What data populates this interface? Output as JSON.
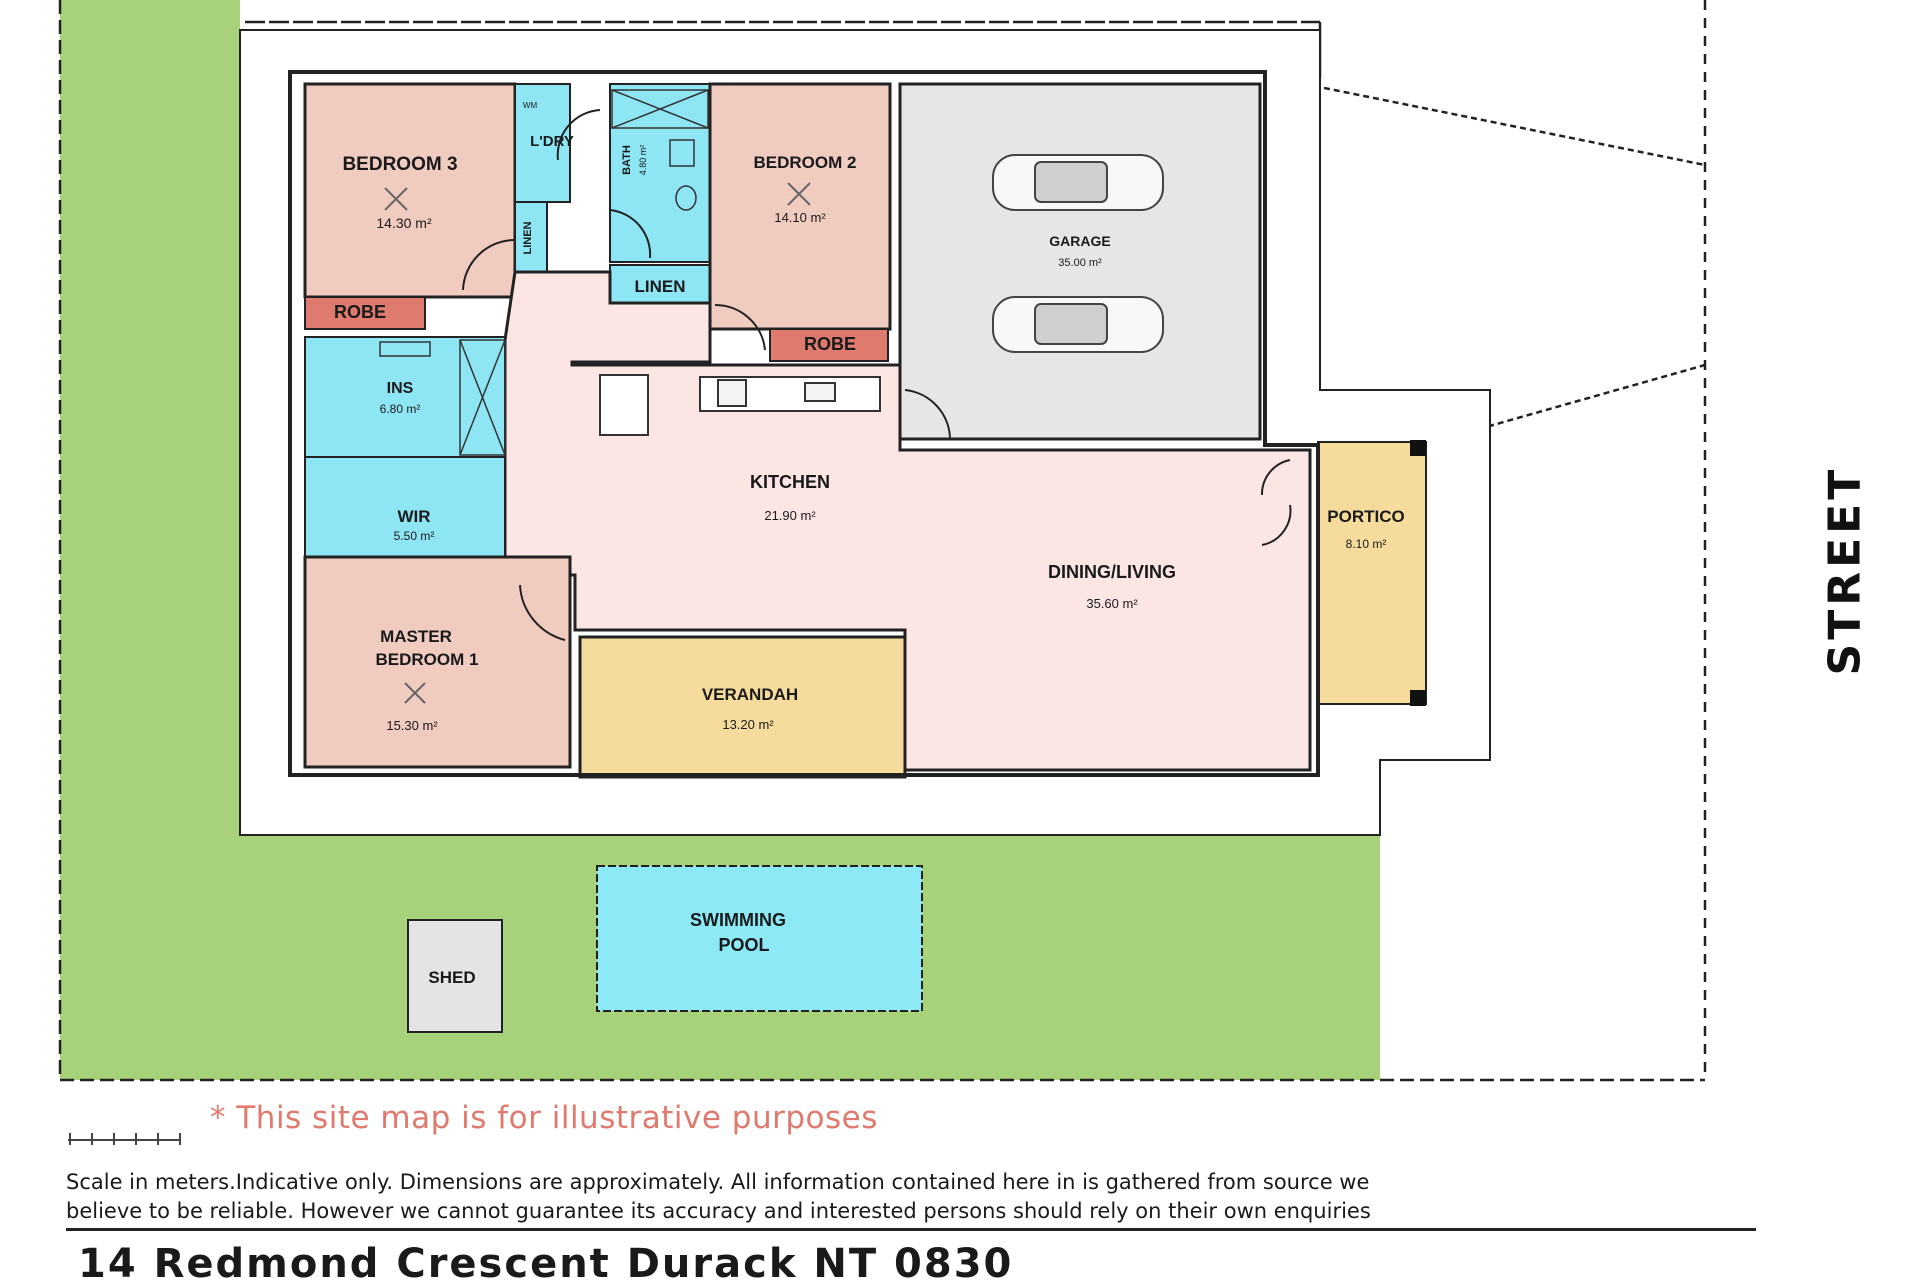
{
  "rooms": {
    "bedroom3": {
      "label": "BEDROOM 3",
      "area": "14.30 m²"
    },
    "robe3": {
      "label": "ROBE"
    },
    "laundry": {
      "label": "L'DRY",
      "wm": "WM"
    },
    "linen_left": {
      "label": "LINEN"
    },
    "bath": {
      "label": "BATH",
      "area": "4.80 m²"
    },
    "linen_mid": {
      "label": "LINEN"
    },
    "bedroom2": {
      "label": "BEDROOM 2",
      "area": "14.10 m²"
    },
    "robe2": {
      "label": "ROBE"
    },
    "garage": {
      "label": "GARAGE",
      "area": "35.00 m²"
    },
    "ensuite": {
      "label": "INS",
      "area": "6.80 m²"
    },
    "wir": {
      "label": "WIR",
      "area": "5.50 m²"
    },
    "kitchen": {
      "label": "KITCHEN",
      "area": "21.90 m²"
    },
    "master": {
      "label_line1": "MASTER",
      "label_line2": "BEDROOM 1",
      "area": "15.30 m²"
    },
    "verandah": {
      "label": "VERANDAH",
      "area": "13.20 m²"
    },
    "dining": {
      "label": "DINING/LIVING",
      "area": "35.60 m²"
    },
    "portico": {
      "label": "PORTICO",
      "area": "8.10 m²"
    },
    "pool": {
      "label_line1": "SWIMMING",
      "label_line2": "POOL"
    },
    "shed": {
      "label": "SHED"
    }
  },
  "street_label": "STREET",
  "disclaimer": "* This site map is for illustrative purposes",
  "notes": {
    "line1": "Scale in meters.Indicative only. Dimensions are approximately. All information contained here in is gathered from source we",
    "line2": "believe to be reliable. However we cannot guarantee its accuracy and interested persons should rely on their own enquiries"
  },
  "address": "14 Redmond Crescent Durack NT 0830",
  "colors": {
    "lawn": "#a8d27a",
    "bedroom": "#f0cbbf",
    "wet_area": "#8ee6f5",
    "robe": "#de7a6e",
    "living": "#fbe6e4",
    "garage": "#e6e6e6",
    "outdoor": "#f5dc9c",
    "pool": "#8ee9f7",
    "shed": "#e4e4e4",
    "disclaimer": "#e07a6e"
  }
}
